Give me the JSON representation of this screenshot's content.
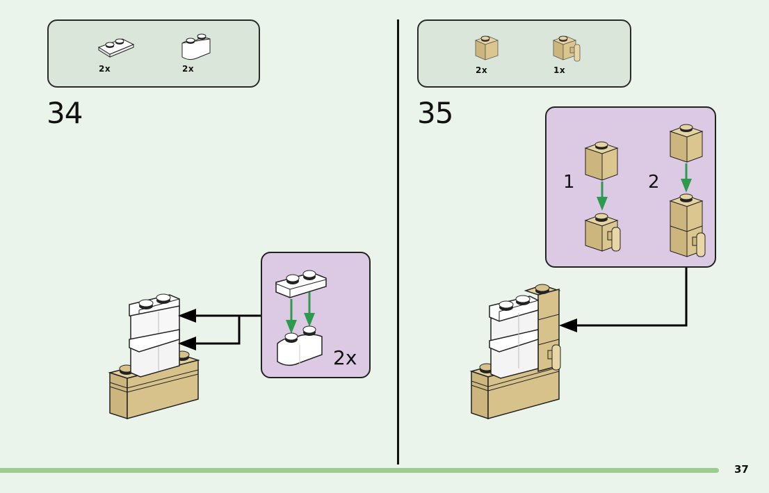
{
  "page": {
    "number": "37"
  },
  "colors": {
    "background": "#ebf4ea",
    "parts_box": "#dbe6da",
    "callout": "#dcc9e4",
    "footer_bar": "#9ccc8f",
    "arrow_green": "#2e9a4e",
    "brick_tan": "#d8c28c",
    "brick_white": "#ffffff"
  },
  "steps": [
    {
      "number": "34",
      "parts": [
        {
          "name": "white-plate-1x2",
          "qty": "2x"
        },
        {
          "name": "white-brick-1x2-curved",
          "qty": "2x"
        }
      ],
      "callout": {
        "multiplier": "2x"
      }
    },
    {
      "number": "35",
      "parts": [
        {
          "name": "tan-brick-1x1",
          "qty": "2x"
        },
        {
          "name": "tan-brick-1x1-with-handle",
          "qty": "1x"
        }
      ],
      "callout": {
        "substeps": [
          "1",
          "2"
        ]
      }
    }
  ]
}
